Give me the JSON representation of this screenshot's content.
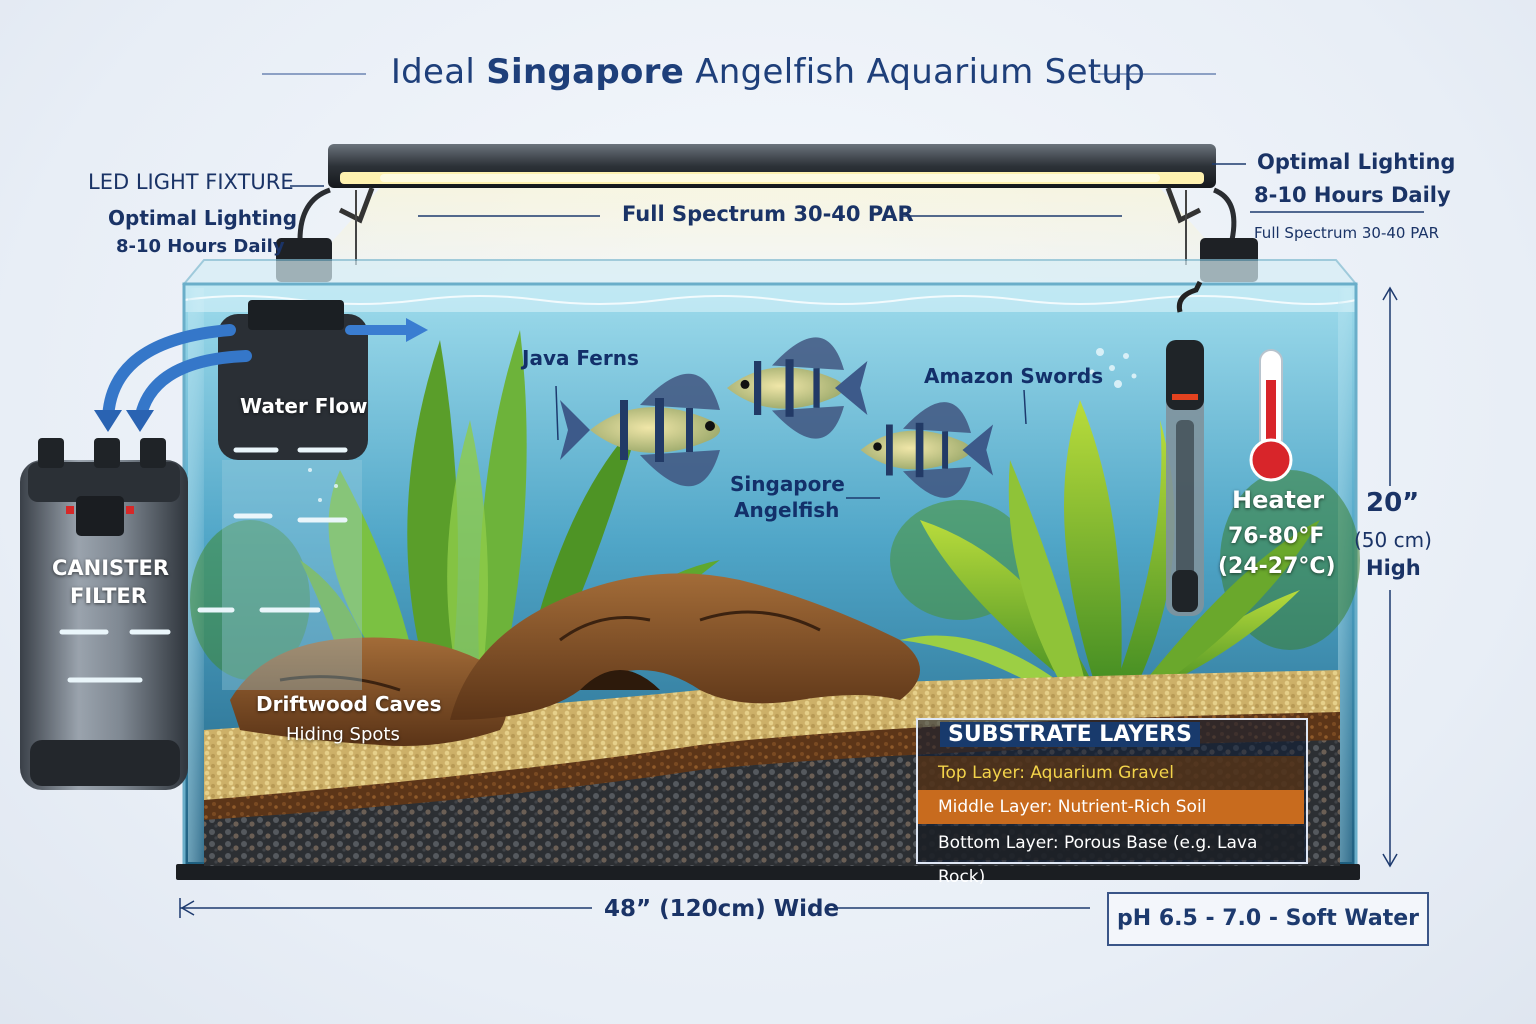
{
  "title": {
    "prefix": "Ideal ",
    "highlight": "Singapore",
    "suffix": " Angelfish Aquarium Setup"
  },
  "light": {
    "fixture_label": "LED LIGHT FIXTURE",
    "left_lighting": "Optimal Lighting",
    "left_hours": "8-10 Hours Daily",
    "spectrum": "Full Spectrum 30-40 PAR",
    "right_lighting": "Optimal Lighting",
    "right_hours": "8-10 Hours Daily",
    "right_spectrum": "Full Spectrum 30-40 PAR"
  },
  "filter": {
    "label_line1": "CANISTER",
    "label_line2": "FILTER",
    "water_flow": "Water Flow"
  },
  "plants": {
    "java_ferns": "Java Ferns",
    "amazon_swords": "Amazon Swords"
  },
  "fish": {
    "line1": "Singapore",
    "line2": "Angelfish"
  },
  "heater": {
    "label": "Heater",
    "temp_f": "76-80°F",
    "temp_c": "(24-27°C)"
  },
  "driftwood": {
    "label": "Driftwood Caves",
    "sublabel": "Hiding Spots"
  },
  "substrate": {
    "title": "SUBSTRATE LAYERS",
    "layers": [
      {
        "prefix": "Top Layer: ",
        "text": "Aquarium Gravel"
      },
      {
        "prefix": "Middle Layer: ",
        "text": "Nutrient-Rich Soil"
      },
      {
        "prefix": "Bottom Layer: ",
        "text": "Porous Base (e.g. Lava Rock)"
      }
    ]
  },
  "dimensions": {
    "height_in": "20”",
    "height_cm": "(50 cm)",
    "height_word": "High",
    "width": "48” (120cm) Wide"
  },
  "water": {
    "ph": "pH 6.5 - 7.0  -  Soft Water"
  },
  "colors": {
    "title": "#1e3f7a",
    "water": "#4aa3c9",
    "plant": "#5a9e2a",
    "wood": "#7a4a22",
    "heater_glow": "#e3421f"
  }
}
